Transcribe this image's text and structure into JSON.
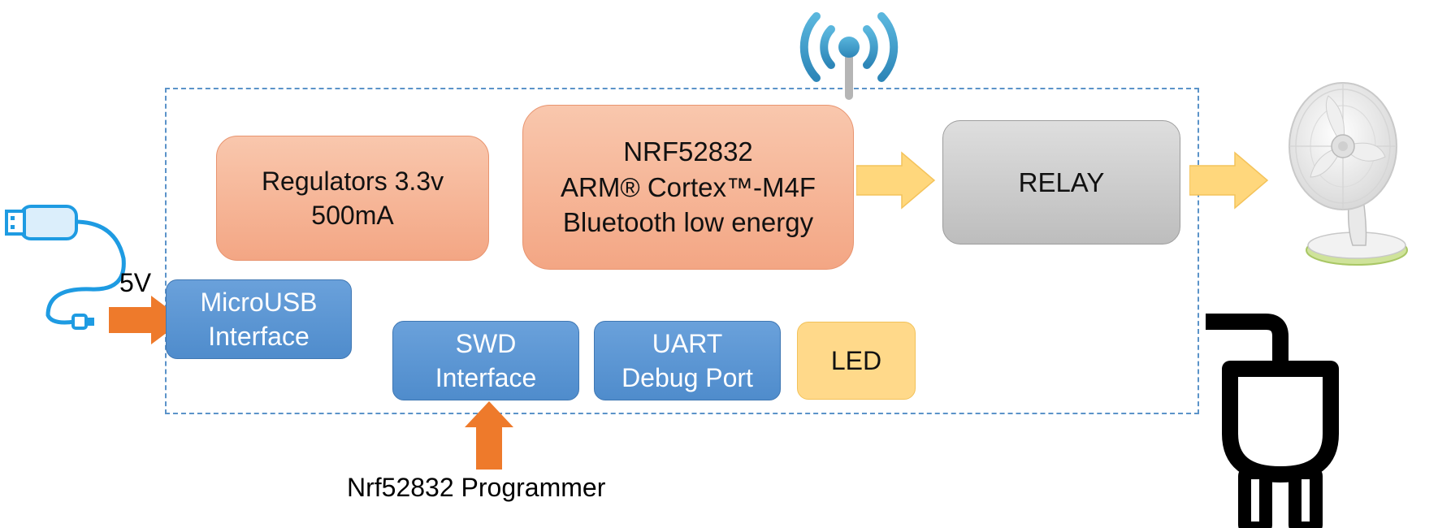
{
  "diagram": {
    "regulators": {
      "line1": "Regulators 3.3v",
      "line2": "500mA"
    },
    "mcu": {
      "line1": "NRF52832",
      "line2": "ARM® Cortex™-M4F",
      "line3": "Bluetooth low energy"
    },
    "relay": {
      "label": "RELAY"
    },
    "microusb": {
      "line1": "MicroUSB",
      "line2": "Interface"
    },
    "swd": {
      "line1": "SWD",
      "line2": "Interface"
    },
    "uart": {
      "line1": "UART",
      "line2": "Debug Port"
    },
    "led": {
      "label": "LED"
    },
    "voltage_label": "5V",
    "programmer_label": "Nrf52832 Programmer"
  },
  "icons": [
    "usb-cable-icon",
    "wifi-antenna-icon",
    "desk-fan-icon",
    "power-plug-icon"
  ],
  "colors": {
    "block_salmon": "#f3a684",
    "block_blue": "#5b93d3",
    "block_yellow": "#ffd98a",
    "block_gray": "#c9c9c9",
    "arrow_orange": "#ee7a2b",
    "arrow_yellow": "#ffd77c",
    "boundary": "#5b93c9"
  }
}
